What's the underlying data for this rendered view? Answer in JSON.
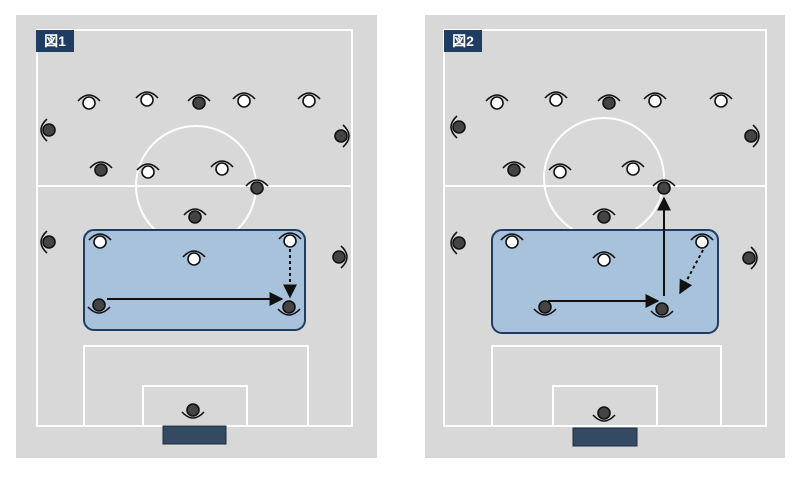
{
  "figures": [
    {
      "label": "図1",
      "colors": {
        "pitch": "#d8d8d8",
        "lines": "#ffffff",
        "zone_fill": "#a9c2dc",
        "zone_stroke": "#1f3d63",
        "label_bg": "#1f3d63",
        "goal": "#344a63"
      },
      "players": [
        {
          "role": "midfield-1",
          "team": "white",
          "facing": "down"
        },
        {
          "role": "midfield-2",
          "team": "white",
          "facing": "down"
        },
        {
          "role": "midfield-3",
          "team": "dark",
          "facing": "down"
        },
        {
          "role": "midfield-4",
          "team": "white",
          "facing": "down"
        },
        {
          "role": "midfield-5",
          "team": "white",
          "facing": "down"
        },
        {
          "role": "wide-left",
          "team": "dark",
          "facing": "right"
        },
        {
          "role": "wide-right",
          "team": "dark",
          "facing": "left"
        },
        {
          "role": "forward-1",
          "team": "dark",
          "facing": "down"
        },
        {
          "role": "forward-2",
          "team": "white",
          "facing": "down"
        },
        {
          "role": "forward-3",
          "team": "white",
          "facing": "down"
        },
        {
          "role": "forward-4",
          "team": "dark",
          "facing": "down"
        },
        {
          "role": "center",
          "team": "dark",
          "facing": "down"
        },
        {
          "role": "side-left",
          "team": "dark",
          "facing": "right"
        },
        {
          "role": "side-right",
          "team": "dark",
          "facing": "left"
        },
        {
          "role": "zone-left",
          "team": "white",
          "facing": "down"
        },
        {
          "role": "zone-center",
          "team": "white",
          "facing": "down"
        },
        {
          "role": "zone-right",
          "team": "white",
          "facing": "down"
        },
        {
          "role": "zone-bottom-left",
          "team": "dark",
          "facing": "up"
        },
        {
          "role": "zone-bottom-right",
          "team": "dark",
          "facing": "up"
        },
        {
          "role": "goalkeeper",
          "team": "dark",
          "facing": "up"
        }
      ],
      "arrows": [
        {
          "kind": "solid",
          "meaning": "pass"
        },
        {
          "kind": "dotted",
          "meaning": "run"
        }
      ]
    },
    {
      "label": "図2",
      "colors": {
        "pitch": "#d8d8d8",
        "lines": "#ffffff",
        "zone_fill": "#a9c2dc",
        "zone_stroke": "#1f3d63",
        "label_bg": "#1f3d63",
        "goal": "#344a63"
      },
      "players": [
        {
          "role": "midfield-1",
          "team": "white",
          "facing": "down"
        },
        {
          "role": "midfield-2",
          "team": "white",
          "facing": "down"
        },
        {
          "role": "midfield-3",
          "team": "dark",
          "facing": "down"
        },
        {
          "role": "midfield-4",
          "team": "white",
          "facing": "down"
        },
        {
          "role": "midfield-5",
          "team": "white",
          "facing": "down"
        },
        {
          "role": "wide-left",
          "team": "dark",
          "facing": "right"
        },
        {
          "role": "wide-right",
          "team": "dark",
          "facing": "left"
        },
        {
          "role": "forward-1",
          "team": "dark",
          "facing": "down"
        },
        {
          "role": "forward-2",
          "team": "white",
          "facing": "down"
        },
        {
          "role": "forward-3",
          "team": "white",
          "facing": "down"
        },
        {
          "role": "forward-4",
          "team": "dark",
          "facing": "down"
        },
        {
          "role": "center",
          "team": "dark",
          "facing": "down"
        },
        {
          "role": "side-left",
          "team": "dark",
          "facing": "right"
        },
        {
          "role": "side-right",
          "team": "dark",
          "facing": "left"
        },
        {
          "role": "zone-left",
          "team": "white",
          "facing": "down"
        },
        {
          "role": "zone-center",
          "team": "white",
          "facing": "down"
        },
        {
          "role": "zone-right",
          "team": "white",
          "facing": "down"
        },
        {
          "role": "zone-bottom-left",
          "team": "dark",
          "facing": "up"
        },
        {
          "role": "zone-bottom-right",
          "team": "dark",
          "facing": "up"
        },
        {
          "role": "goalkeeper",
          "team": "dark",
          "facing": "up"
        }
      ],
      "arrows": [
        {
          "kind": "solid",
          "meaning": "pass"
        },
        {
          "kind": "solid",
          "meaning": "pass-forward"
        },
        {
          "kind": "dotted",
          "meaning": "run"
        }
      ]
    }
  ]
}
